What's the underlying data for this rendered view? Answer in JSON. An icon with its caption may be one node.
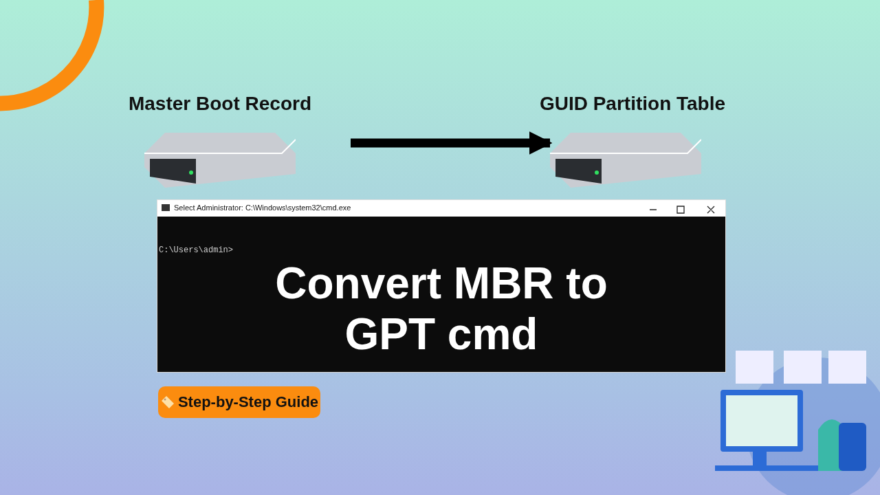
{
  "diagram": {
    "nodes": [
      {
        "text": [
          "Master Boot Record"
        ]
      },
      {
        "text": [
          "GUID Partition Table"
        ]
      },
      {
        "text": [
          "Select Administrator: C:\\Windows\\system32\\cmd.exe",
          "C:\\Users\\admin>",
          "Convert MBR to GPT cmd"
        ]
      },
      {
        "text": [
          "Step-by-Step Guide"
        ]
      }
    ],
    "edges": [
      {
        "from": 0,
        "to": 1,
        "arrow": "to"
      }
    ]
  }
}
